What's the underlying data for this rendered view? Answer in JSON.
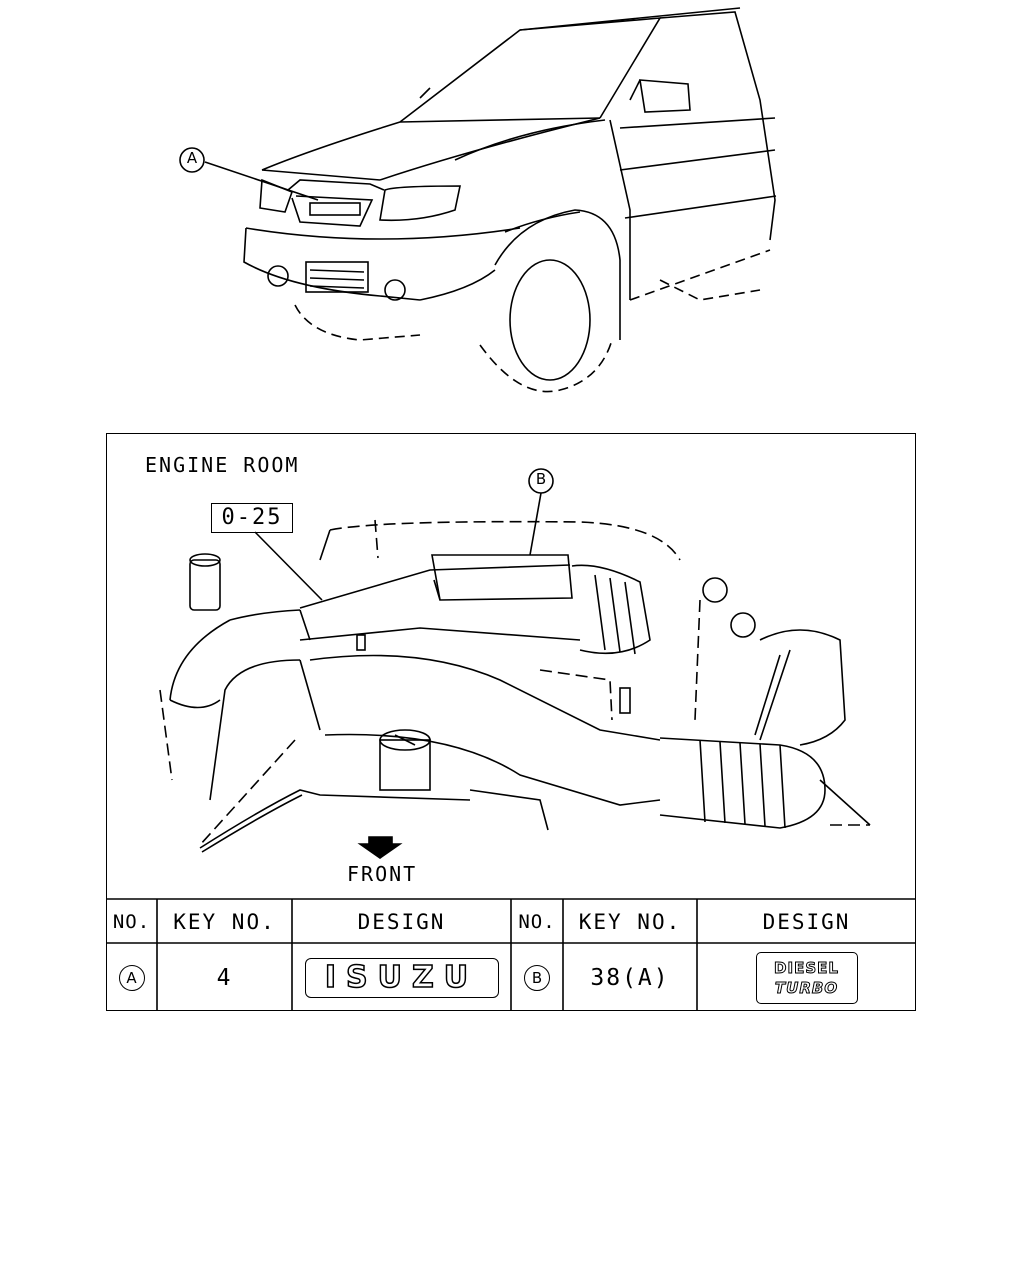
{
  "vehicle_view": {
    "callout_a": "A"
  },
  "engine_room": {
    "title": "ENGINE ROOM",
    "ref_box": "0-25",
    "callout_b": "B",
    "front_label": "FRONT"
  },
  "table": {
    "headers": [
      "NO.",
      "KEY NO.",
      "DESIGN",
      "NO.",
      "KEY NO.",
      "DESIGN"
    ],
    "rows": [
      {
        "no": "A",
        "key_no": "4",
        "design": "ISUZU"
      },
      {
        "no": "B",
        "key_no": "38(A)",
        "design_line1": "DIESEL",
        "design_line2": "TURBO"
      }
    ]
  },
  "icons": {
    "front_arrow": "down-arrow-icon"
  }
}
